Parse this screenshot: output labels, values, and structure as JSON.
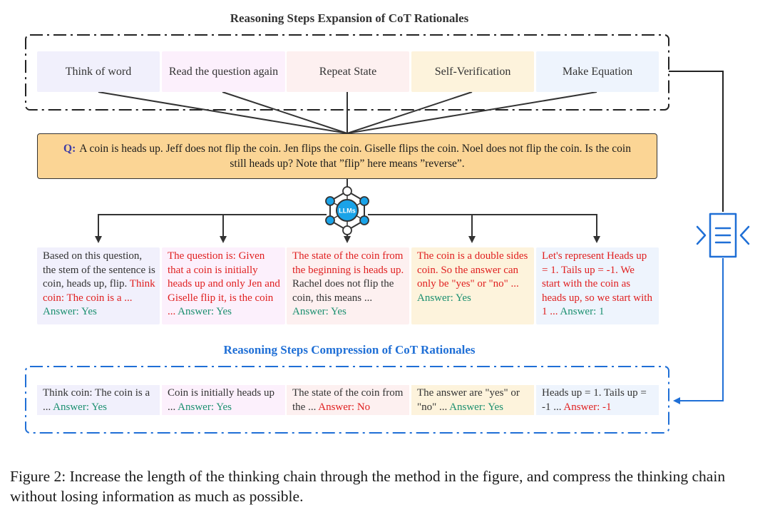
{
  "expansion_title": "Reasoning Steps Expansion of CoT Rationales",
  "compression_title": "Reasoning Steps Compression of CoT Rationales",
  "techniques": [
    "Think of word",
    "Read the question again",
    "Repeat State",
    "Self-Verification",
    "Make Equation"
  ],
  "question": {
    "label": "Q:",
    "text": "A coin is heads up. Jeff does not flip the coin. Jen flips the coin. Giselle flips the coin. Noel does not flip the coin. Is the coin still heads up? Note that ”flip” here means ”reverse”."
  },
  "llm_label": "LLMs",
  "responses": [
    {
      "dark": "Based on this question, the stem of the sentence is coin, heads up, flip.",
      "red": " Think coin: The coin is a ...",
      "answer": " Answer: Yes"
    },
    {
      "dark": "",
      "red": "The question is: Given that a coin is initially heads up and only Jen and Giselle flip it, is the coin ...",
      "answer": " Answer: Yes"
    },
    {
      "dark": "",
      "red": "The state of the coin from the beginning is heads up.",
      "dark2": " Rachel does not flip the coin, this means ...",
      "answer": " Answer: Yes"
    },
    {
      "dark": "",
      "red": "The coin is a double sides coin. So the answer can only be \"yes\" or \"no\" ...",
      "answer": " Answer: Yes"
    },
    {
      "dark": "",
      "red": "Let's represent Heads up = 1. Tails up = -1. We start with the coin as heads up, so we start with 1 ...",
      "answer": " Answer: 1"
    }
  ],
  "compressed": [
    {
      "text": "Think coin: The coin is a ...",
      "answer": " Answer: Yes",
      "answer_color": "#1a8f6f"
    },
    {
      "text": "Coin is initially heads up ...",
      "answer": " Answer: Yes",
      "answer_color": "#1a8f6f"
    },
    {
      "text": "The state of the coin from the ...",
      "answer": " Answer: No",
      "answer_color": "#e02020"
    },
    {
      "text": "The answer are \"yes\" or \"no\" ...",
      "answer": " Answer: Yes",
      "answer_color": "#1a8f6f"
    },
    {
      "text": "Heads up = 1. Tails up = -1 ...",
      "answer": " Answer: -1",
      "answer_color": "#e02020"
    }
  ],
  "caption": "Figure 2: Increase the length of the thinking chain through the method in the figure, and compress the thinking chain without losing information as much as possible.",
  "colors": {
    "col1": "#f1f0fc",
    "col2": "#fcf0fc",
    "col3": "#fdf0f0",
    "col4": "#fdf3dc",
    "col5": "#eef4fd",
    "question_bg": "#fbd595",
    "compress_blue": "#1f6fd6",
    "llm_node": "#1aa3e8"
  }
}
